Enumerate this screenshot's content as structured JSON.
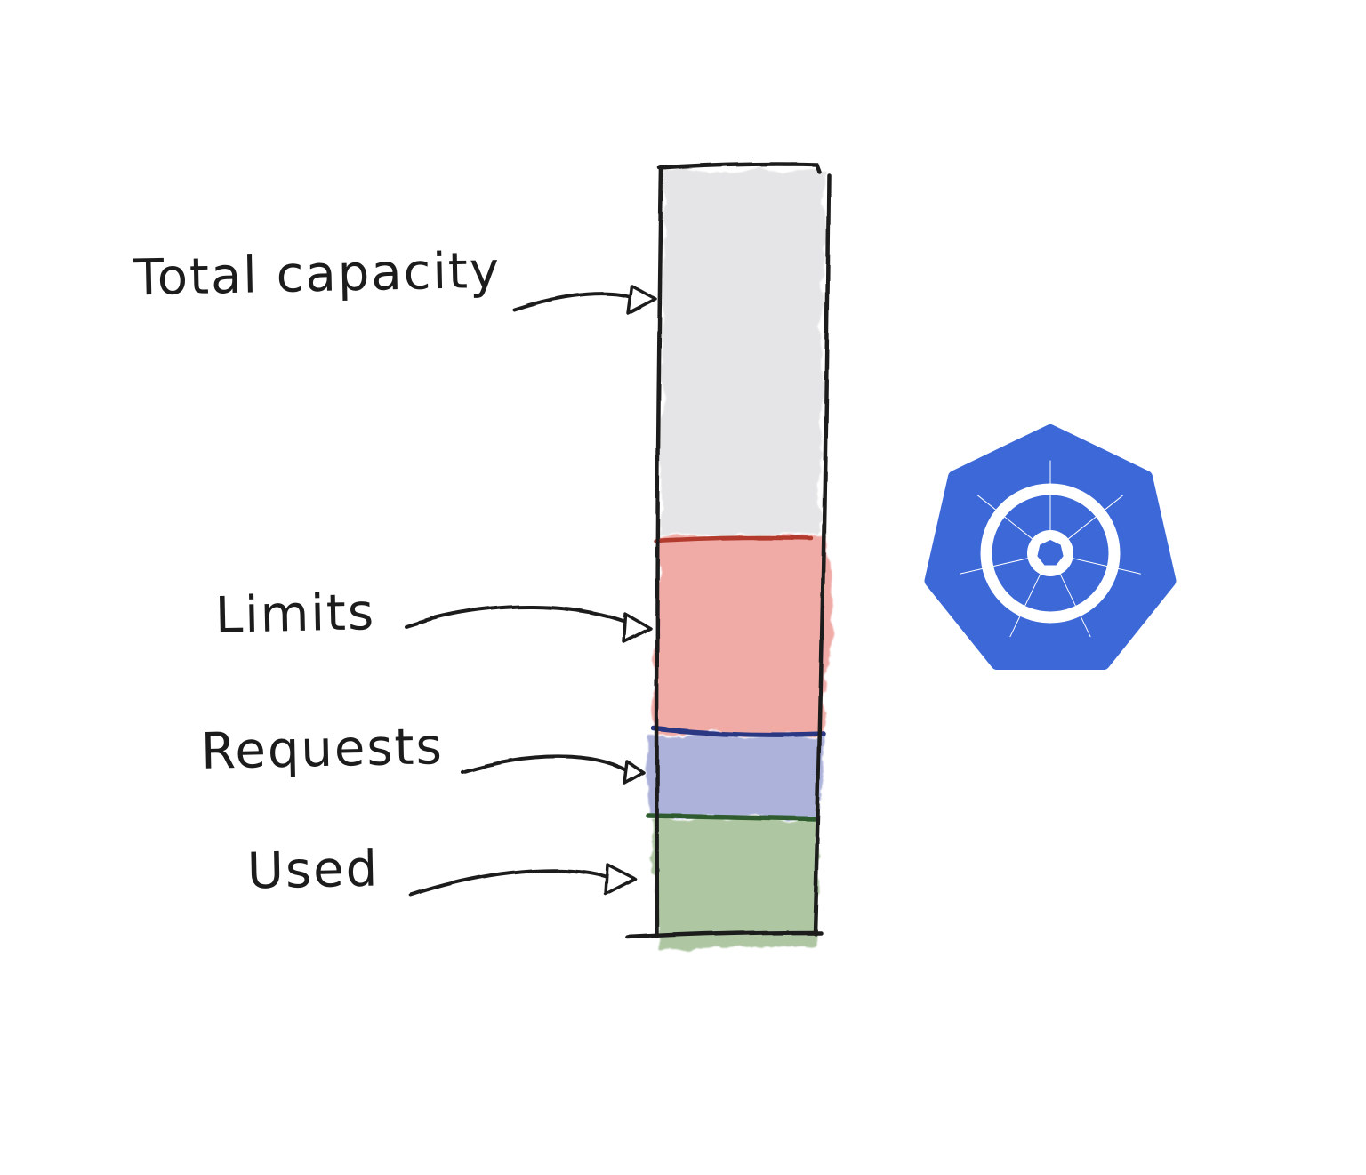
{
  "diagram": {
    "kind": "hand-drawn-stacked-bar",
    "background_color": "#ffffff",
    "ink_color": "#1e1e1e",
    "arrowhead_fill": "#ffffff",
    "labels": {
      "total_capacity": "Total capacity",
      "limits": "Limits",
      "requests": "Requests",
      "used": "Used"
    },
    "bar": {
      "outline_color": "#1e1e1e",
      "segments": [
        {
          "id": "total-capacity",
          "label": "Total capacity",
          "fill": "#e4e4e6",
          "line": "#1e1e1e",
          "height_fraction": 0.48
        },
        {
          "id": "limits",
          "label": "Limits",
          "fill": "#efa8a2",
          "line": "#b23a2e",
          "height_fraction": 0.25
        },
        {
          "id": "requests",
          "label": "Requests",
          "fill": "#a9afd8",
          "line": "#2b3784",
          "height_fraction": 0.11
        },
        {
          "id": "used",
          "label": "Used",
          "fill": "#abc49e",
          "line": "#2f5c2f",
          "height_fraction": 0.16
        }
      ]
    },
    "logo": {
      "name": "kubernetes-helm-logo",
      "color": "#3c68d8",
      "wheel_color": "#ffffff"
    }
  }
}
